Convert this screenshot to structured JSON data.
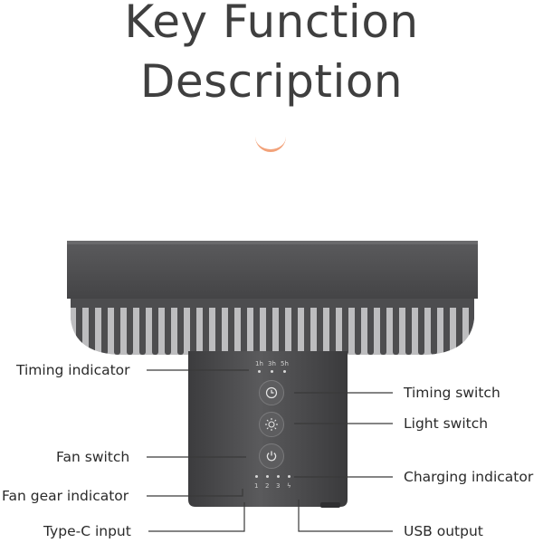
{
  "title": {
    "line1": "Key Function",
    "line2": "Description"
  },
  "colors": {
    "title": "#3f3f3f",
    "accent": "#f2a27a",
    "body": "#4a4a4c",
    "line": "#3a3a3a"
  },
  "timer_marks": [
    "1h",
    "3h",
    "5h"
  ],
  "gear_marks": [
    "1",
    "2",
    "3",
    "ϟ"
  ],
  "labels": {
    "timing_indicator": "Timing indicator",
    "timing_switch": "Timing switch",
    "light_switch": "Light switch",
    "fan_switch": "Fan switch",
    "charging_indicator": "Charging indicator",
    "fan_gear_indicator": "Fan gear indicator",
    "type_c_input": "Type-C input",
    "usb_output": "USB output"
  },
  "icons": {
    "timing": "clock-icon",
    "light": "sun-icon",
    "power": "power-icon"
  }
}
